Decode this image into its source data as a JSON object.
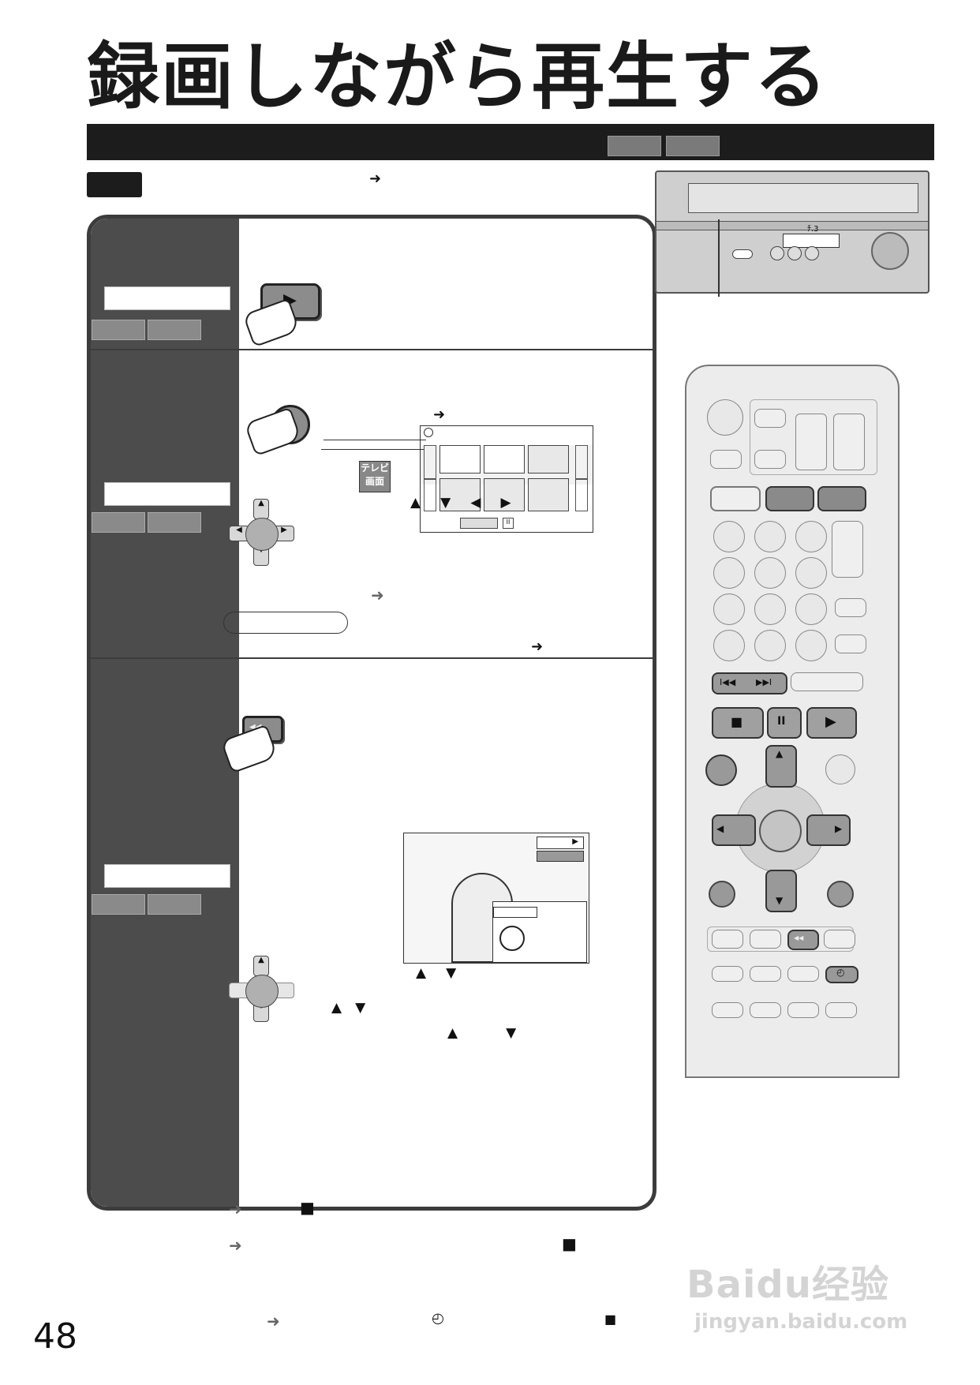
{
  "page": {
    "title": "録画しながら再生する",
    "page_number": "48",
    "watermark_main": "Baidu经验",
    "watermark_url": "jingyan.baidu.com"
  },
  "frame": {
    "screen_tv_label": "テレビ画面"
  },
  "symbols": {
    "arrow": "➜",
    "up": "▲",
    "down": "▼",
    "left": "◀",
    "right": "▶",
    "stop": "■",
    "pause": "II",
    "play": "▶",
    "rewind": "◀◀",
    "skip_back": "I◀◀",
    "skip_fwd": "▶▶I",
    "clock": "◴",
    "deck_ch": "ﾁ.3"
  }
}
